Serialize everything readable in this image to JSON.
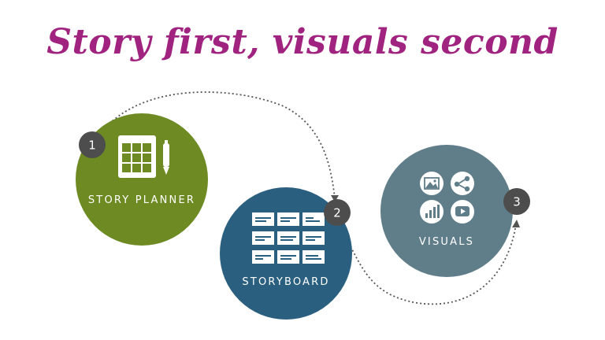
{
  "title": "Story first, visuals second",
  "colors": {
    "title": "#a0237f",
    "step1": "#6e8a23",
    "step2": "#2a5f7f",
    "step3": "#607e8a",
    "badge": "#4d4d4d",
    "arc": "#555555"
  },
  "steps": [
    {
      "number": "1",
      "label": "STORY PLANNER",
      "icon": "grid-notebook-pen-icon"
    },
    {
      "number": "2",
      "label": "STORYBOARD",
      "icon": "storyboard-panels-icon"
    },
    {
      "number": "3",
      "label": "VISUALS",
      "icon": "media-icons-cluster"
    }
  ],
  "visual_icons": [
    "image-icon",
    "share-icon",
    "bar-chart-icon",
    "video-play-icon"
  ]
}
